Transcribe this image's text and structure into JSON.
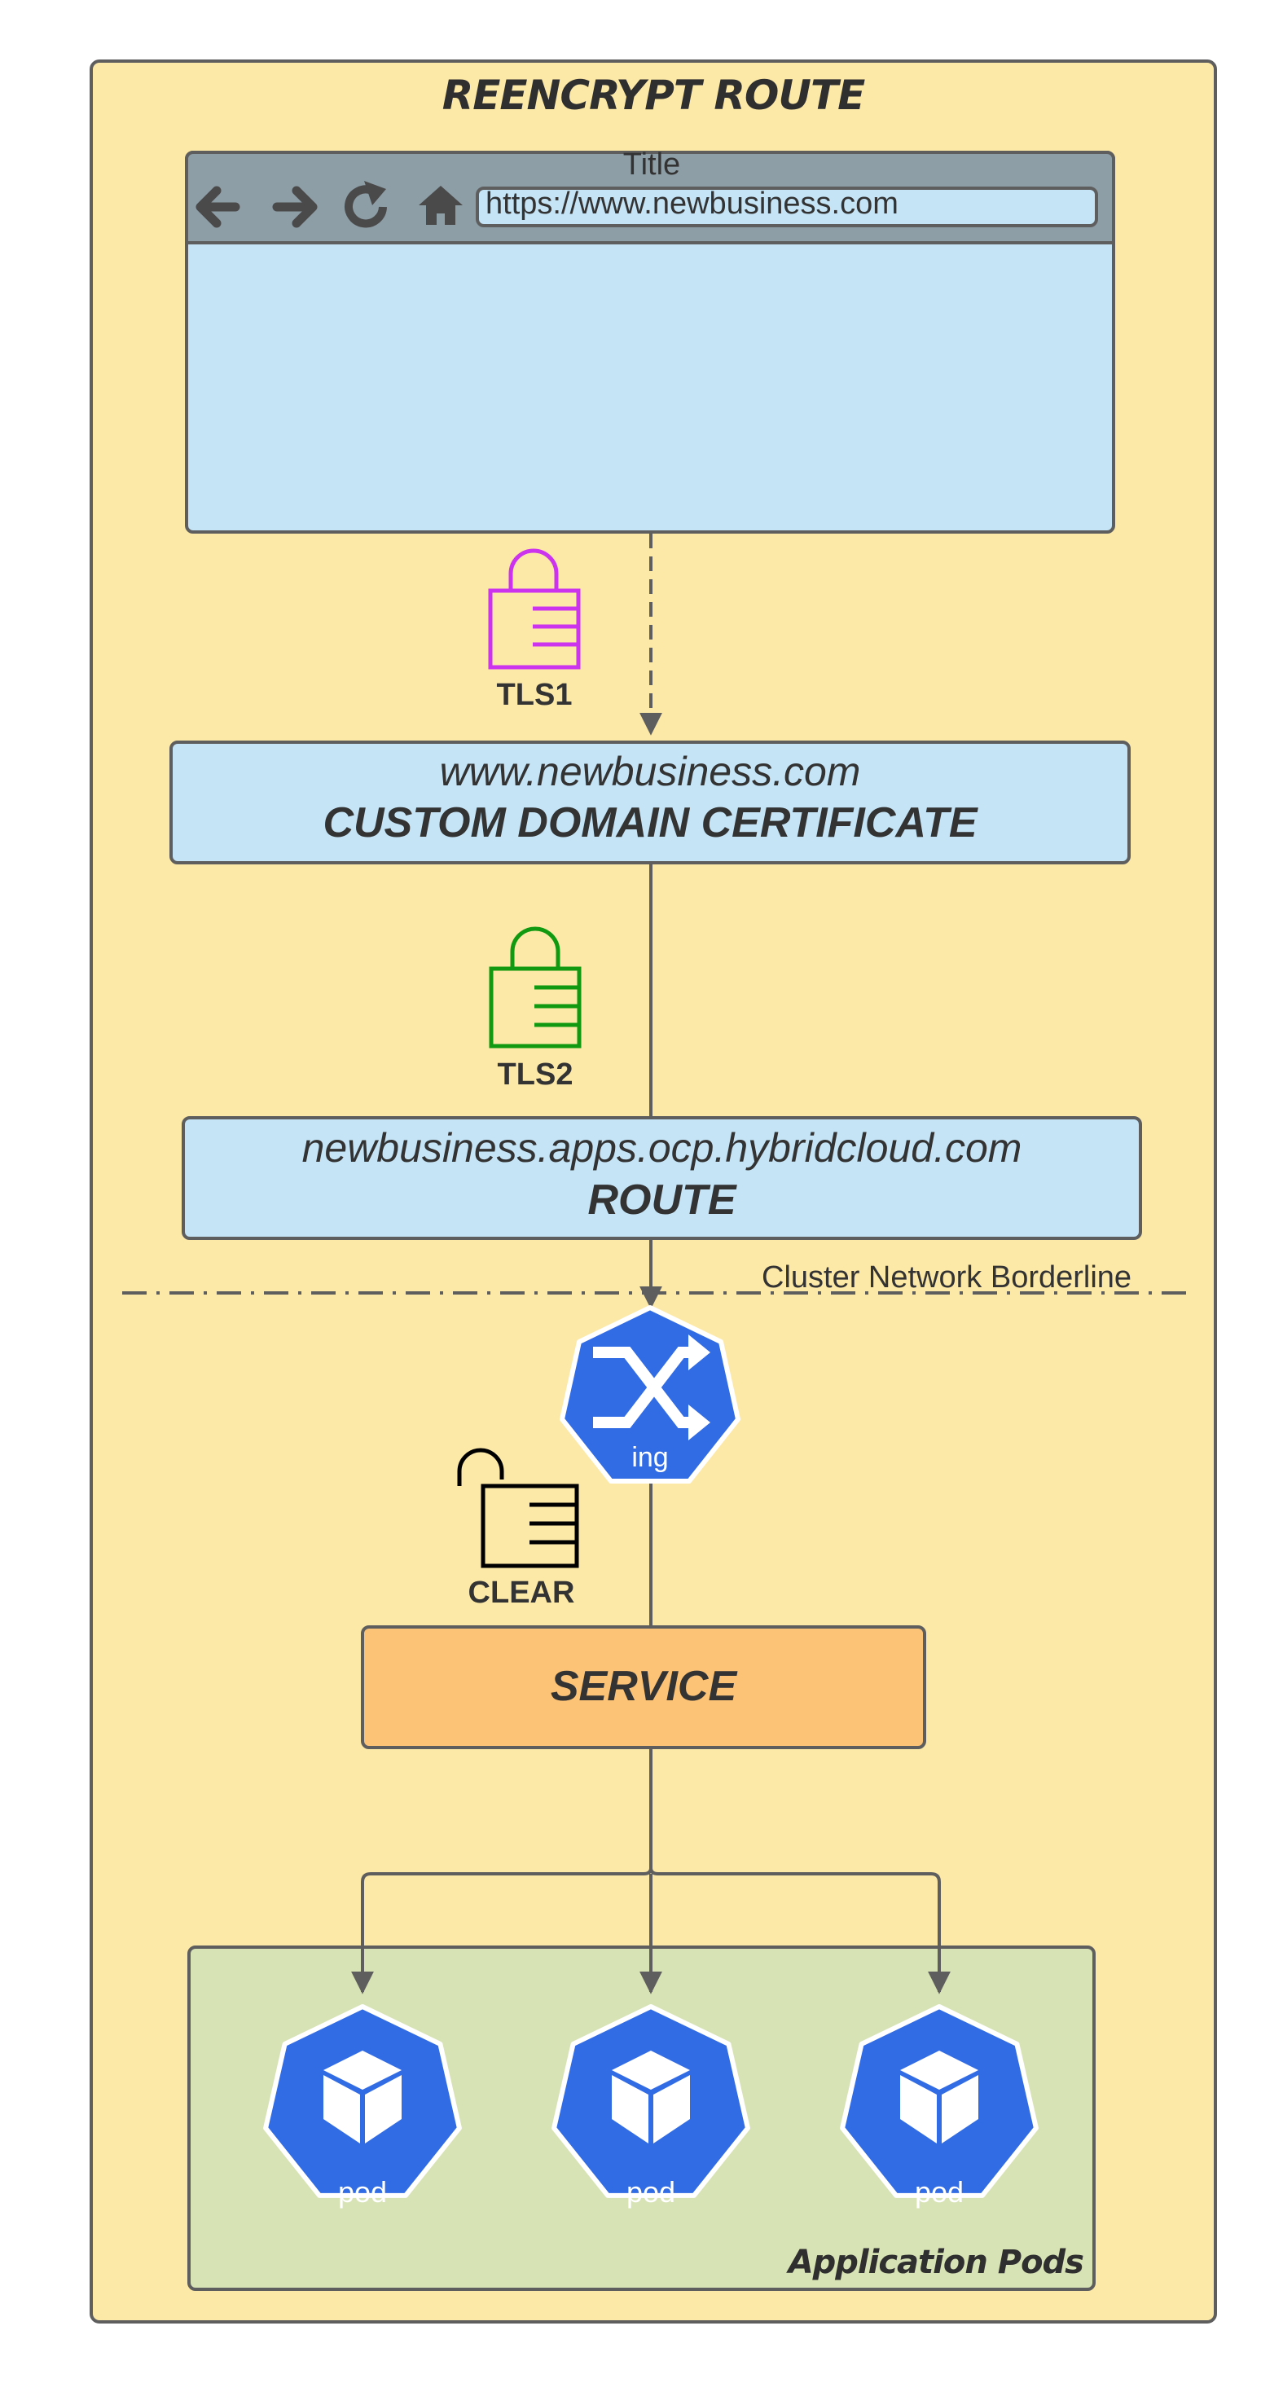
{
  "diagram": {
    "title": "REENCRYPT ROUTE",
    "browser": {
      "window_title": "Title",
      "url": "https://www.newbusiness.com",
      "nav_icons": [
        "back-arrow-icon",
        "forward-arrow-icon",
        "reload-icon",
        "home-icon"
      ]
    },
    "tls1": {
      "label": "TLS1",
      "lock": "closed",
      "color": "#cc33ee"
    },
    "custom_cert": {
      "domain": "www.newbusiness.com",
      "name": "CUSTOM DOMAIN CERTIFICATE"
    },
    "tls2": {
      "label": "TLS2",
      "lock": "closed",
      "color": "#119911"
    },
    "route": {
      "host": "newbusiness.apps.ocp.hybridcloud.com",
      "name": "ROUTE"
    },
    "borderline": {
      "label": "Cluster Network Borderline"
    },
    "ingress": {
      "label": "ing"
    },
    "clear": {
      "label": "CLEAR",
      "lock": "open",
      "color": "#000000"
    },
    "service": {
      "label": "SERVICE"
    },
    "pods_group": {
      "label": "Application Pods",
      "pods": [
        {
          "label": "pod"
        },
        {
          "label": "pod"
        },
        {
          "label": "pod"
        }
      ]
    },
    "colors": {
      "background": "#fde9a7",
      "box_blue": "#c5e4f6",
      "service_orange": "#fcc377",
      "pods_green": "#d7e3b5",
      "k8s_blue": "#326ce5",
      "stroke": "#5e5e5e",
      "browser_bar": "#8e9ea6"
    }
  }
}
